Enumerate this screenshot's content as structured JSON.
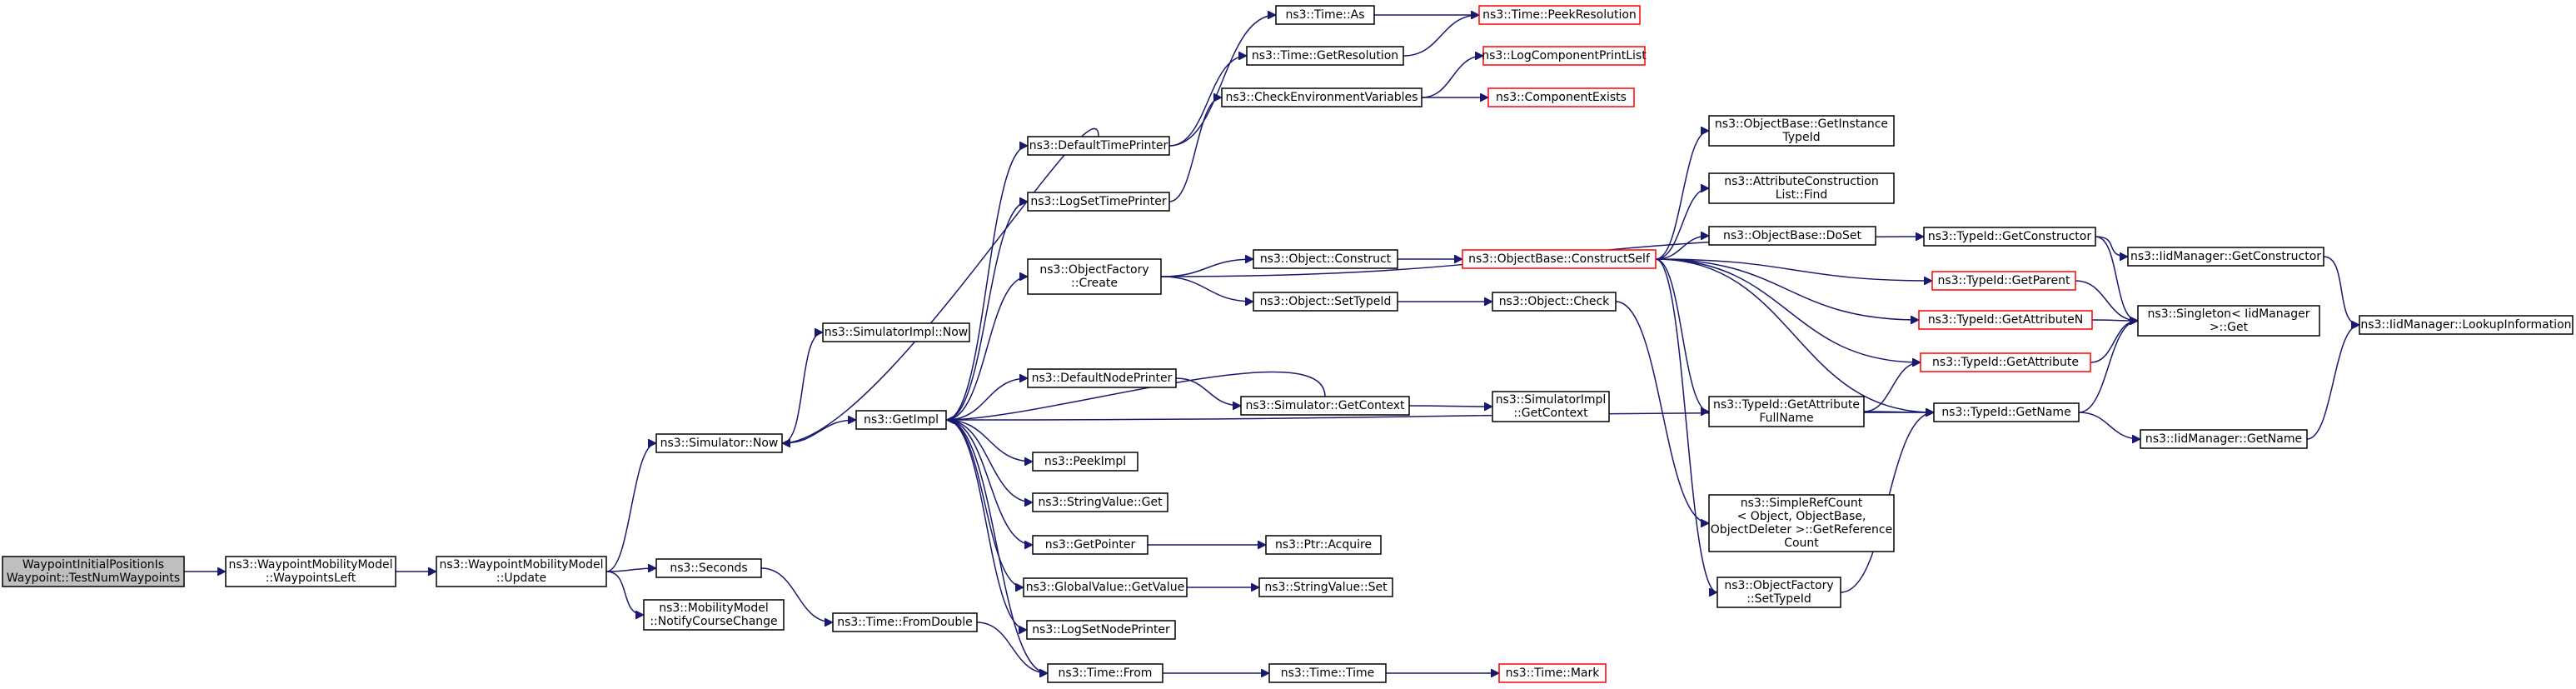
{
  "diagram": {
    "nodes": [
      {
        "id": "root",
        "lines": [
          "WaypointInitialPositionIs",
          "Waypoint::TestNumWaypoints"
        ],
        "style": "root"
      },
      {
        "id": "wpleft",
        "lines": [
          "ns3::WaypointMobilityModel",
          "::WaypointsLeft"
        ]
      },
      {
        "id": "update",
        "lines": [
          "ns3::WaypointMobilityModel",
          "::Update"
        ]
      },
      {
        "id": "simnow",
        "lines": [
          "ns3::Simulator::Now"
        ]
      },
      {
        "id": "seconds",
        "lines": [
          "ns3::Seconds"
        ]
      },
      {
        "id": "notify",
        "lines": [
          "ns3::MobilityModel",
          "::NotifyCourseChange"
        ]
      },
      {
        "id": "simimplnow",
        "lines": [
          "ns3::SimulatorImpl::Now"
        ]
      },
      {
        "id": "getimpl",
        "lines": [
          "ns3::GetImpl"
        ]
      },
      {
        "id": "fromdouble",
        "lines": [
          "ns3::Time::FromDouble"
        ]
      },
      {
        "id": "deftime",
        "lines": [
          "ns3::DefaultTimePrinter"
        ]
      },
      {
        "id": "logsettime",
        "lines": [
          "ns3::LogSetTimePrinter"
        ]
      },
      {
        "id": "objfactcreate",
        "lines": [
          "ns3::ObjectFactory",
          "::Create"
        ]
      },
      {
        "id": "defnode",
        "lines": [
          "ns3::DefaultNodePrinter"
        ]
      },
      {
        "id": "peekimpl",
        "lines": [
          "ns3::PeekImpl"
        ]
      },
      {
        "id": "strget",
        "lines": [
          "ns3::StringValue::Get"
        ]
      },
      {
        "id": "getpointer",
        "lines": [
          "ns3::GetPointer"
        ]
      },
      {
        "id": "gvgetvalue",
        "lines": [
          "ns3::GlobalValue::GetValue"
        ]
      },
      {
        "id": "logsetnode",
        "lines": [
          "ns3::LogSetNodePrinter"
        ]
      },
      {
        "id": "timefrom",
        "lines": [
          "ns3::Time::From"
        ]
      },
      {
        "id": "timeas",
        "lines": [
          "ns3::Time::As"
        ]
      },
      {
        "id": "getres",
        "lines": [
          "ns3::Time::GetResolution"
        ]
      },
      {
        "id": "checkenv",
        "lines": [
          "ns3::CheckEnvironmentVariables"
        ]
      },
      {
        "id": "objconstruct",
        "lines": [
          "ns3::Object::Construct"
        ]
      },
      {
        "id": "objsettypeid",
        "lines": [
          "ns3::Object::SetTypeId"
        ]
      },
      {
        "id": "simgetctx",
        "lines": [
          "ns3::Simulator::GetContext"
        ]
      },
      {
        "id": "ptracquire",
        "lines": [
          "ns3::Ptr::Acquire"
        ]
      },
      {
        "id": "strset",
        "lines": [
          "ns3::StringValue::Set"
        ]
      },
      {
        "id": "timetime",
        "lines": [
          "ns3::Time::Time"
        ]
      },
      {
        "id": "peekres",
        "lines": [
          "ns3::Time::PeekResolution"
        ],
        "style": "trunc"
      },
      {
        "id": "logcomp",
        "lines": [
          "ns3::LogComponentPrintList"
        ],
        "style": "trunc"
      },
      {
        "id": "compexists",
        "lines": [
          "ns3::ComponentExists"
        ],
        "style": "trunc"
      },
      {
        "id": "constructself",
        "lines": [
          "ns3::ObjectBase::ConstructSelf"
        ],
        "style": "trunc"
      },
      {
        "id": "objcheck",
        "lines": [
          "ns3::Object::Check"
        ]
      },
      {
        "id": "simimplgetctx",
        "lines": [
          "ns3::SimulatorImpl",
          "::GetContext"
        ]
      },
      {
        "id": "timemark",
        "lines": [
          "ns3::Time::Mark"
        ],
        "style": "trunc"
      },
      {
        "id": "getinsttid",
        "lines": [
          "ns3::ObjectBase::GetInstance",
          "TypeId"
        ]
      },
      {
        "id": "acfind",
        "lines": [
          "ns3::AttributeConstruction",
          "List::Find"
        ]
      },
      {
        "id": "doset",
        "lines": [
          "ns3::ObjectBase::DoSet"
        ]
      },
      {
        "id": "getattrfull",
        "lines": [
          "ns3::TypeId::GetAttribute",
          "FullName"
        ]
      },
      {
        "id": "simplerefcount",
        "lines": [
          "ns3::SimpleRefCount",
          "< Object, ObjectBase,",
          "ObjectDeleter >::GetReference",
          "Count"
        ]
      },
      {
        "id": "ofsettypeid",
        "lines": [
          "ns3::ObjectFactory",
          "::SetTypeId"
        ]
      },
      {
        "id": "tidgetctor",
        "lines": [
          "ns3::TypeId::GetConstructor"
        ]
      },
      {
        "id": "tidgetparent",
        "lines": [
          "ns3::TypeId::GetParent"
        ],
        "style": "trunc"
      },
      {
        "id": "tidgetattrn",
        "lines": [
          "ns3::TypeId::GetAttributeN"
        ],
        "style": "trunc"
      },
      {
        "id": "tidgetattr",
        "lines": [
          "ns3::TypeId::GetAttribute"
        ],
        "style": "trunc"
      },
      {
        "id": "tidgetname",
        "lines": [
          "ns3::TypeId::GetName"
        ]
      },
      {
        "id": "iidgetctor",
        "lines": [
          "ns3::IidManager::GetConstructor"
        ]
      },
      {
        "id": "singleton",
        "lines": [
          "ns3::Singleton< IidManager",
          " >::Get"
        ]
      },
      {
        "id": "iidgetname",
        "lines": [
          "ns3::IidManager::GetName"
        ]
      },
      {
        "id": "iidlookup",
        "lines": [
          "ns3::IidManager::LookupInformation"
        ]
      }
    ]
  }
}
